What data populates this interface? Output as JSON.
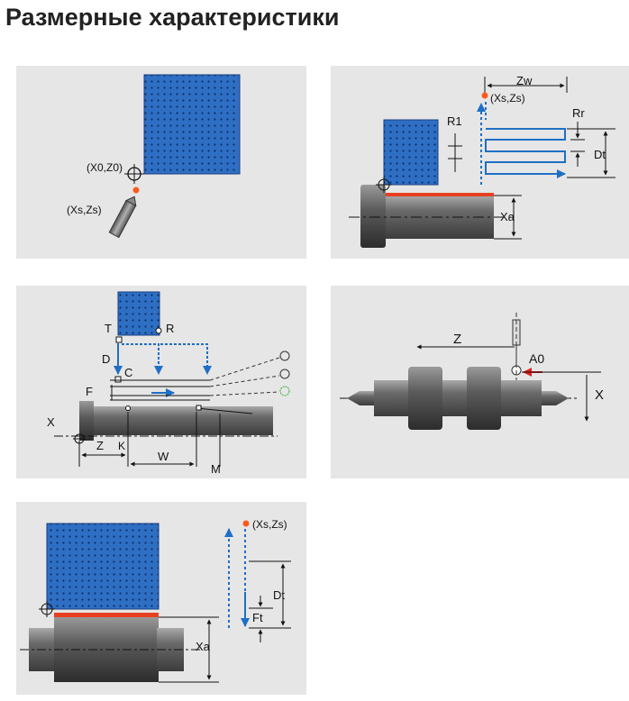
{
  "page": {
    "title": "Размерные характеристики"
  },
  "panels": {
    "p1": {
      "origin_label": "(X0,Z0)",
      "tool_label": "(Xs,Zs)"
    },
    "p2": {
      "zw": "Zw",
      "start": "(Xs,Zs)",
      "r1": "R1",
      "rr": "Rr",
      "dt": "Dt",
      "xa": "Xa"
    },
    "p3": {
      "t": "T",
      "r": "R",
      "d": "D",
      "c": "C",
      "f": "F",
      "x": "X",
      "z": "Z",
      "k": "K",
      "w": "W",
      "m": "M"
    },
    "p4": {
      "z": "Z",
      "a0": "A0",
      "x": "X"
    },
    "p5": {
      "start": "(Xs,Zs)",
      "dt": "Dt",
      "ft": "Ft",
      "xa": "Xa"
    }
  },
  "colors": {
    "accent_blue": "#1f6fc4",
    "workpiece_gray": "#6f6f6f",
    "cut_red": "#e64020",
    "panel_bg": "#e6e6e6"
  }
}
